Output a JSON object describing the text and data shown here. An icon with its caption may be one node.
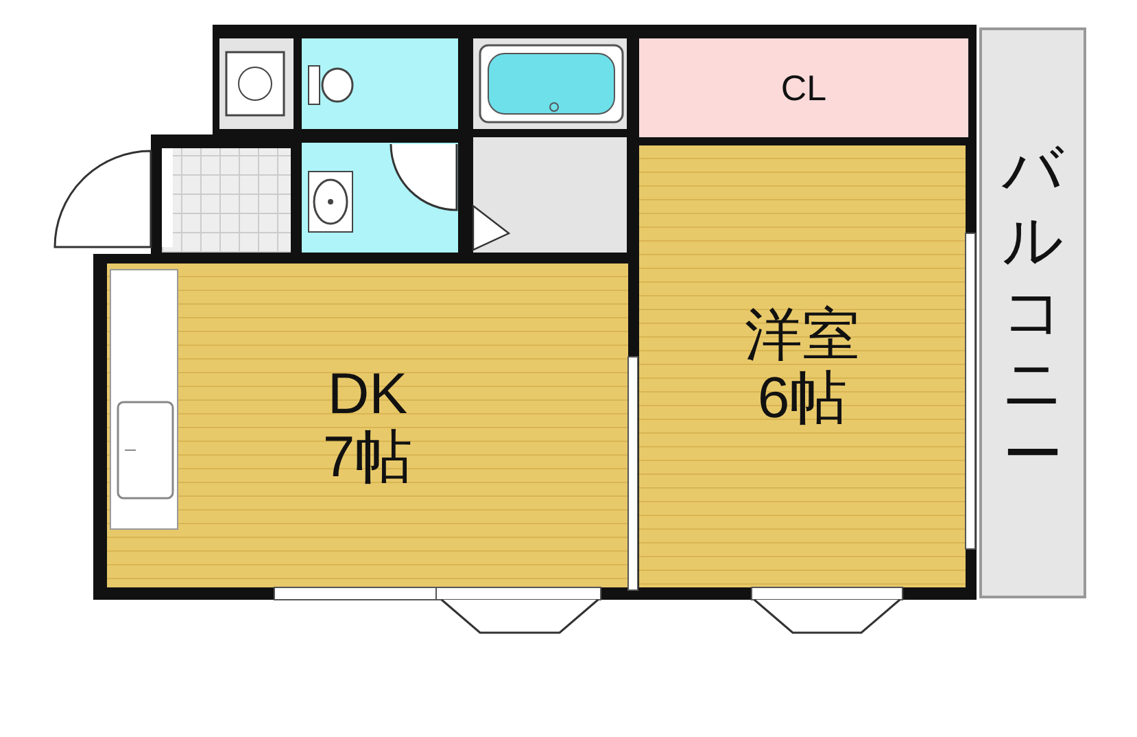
{
  "diagram": {
    "nodes": [
      {
        "text": [],
        "shape": "box"
      },
      {
        "text": [],
        "shape": "box"
      },
      {
        "text": [],
        "shape": "box"
      },
      {
        "text": [
          "CL"
        ]
      },
      {
        "text": [
          "バルコニー"
        ]
      },
      {
        "text": [],
        "shape": "box"
      },
      {
        "text": [],
        "shape": "box"
      },
      {
        "text": [],
        "shape": "box"
      },
      {
        "text": [
          "洋室",
          "6帖"
        ]
      },
      {
        "text": [
          "DK",
          "7帖"
        ]
      }
    ],
    "edges": []
  }
}
